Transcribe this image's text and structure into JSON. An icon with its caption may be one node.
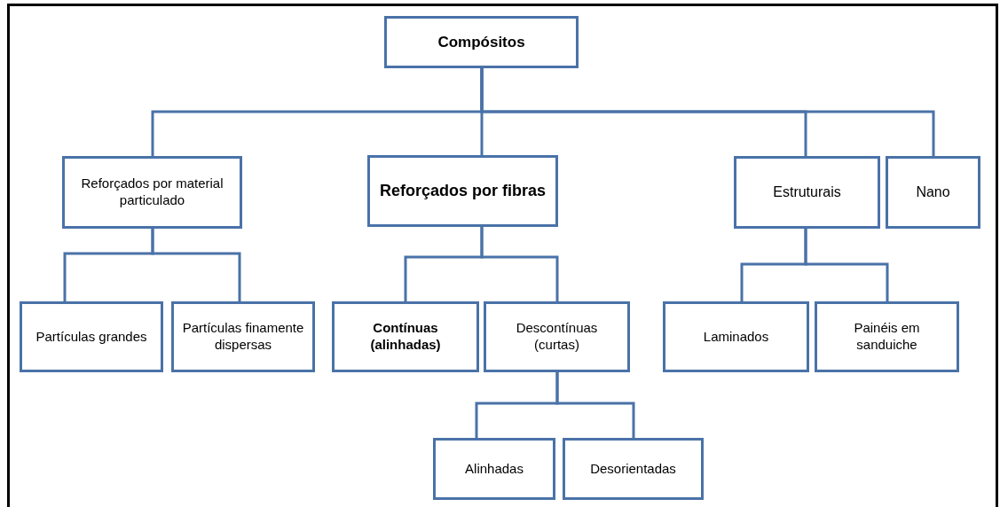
{
  "diagram": {
    "nodes": [
      {
        "text": [
          "Compósitos"
        ]
      },
      {
        "text": [
          "Reforçados por material particulado"
        ]
      },
      {
        "text": [
          "Reforçados por fibras"
        ]
      },
      {
        "text": [
          "Estruturais"
        ]
      },
      {
        "text": [
          "Nano"
        ]
      },
      {
        "text": [
          "Partículas grandes"
        ]
      },
      {
        "text": [
          "Partículas finamente dispersas"
        ]
      },
      {
        "text": [
          "Contínuas (alinhadas)"
        ]
      },
      {
        "text": [
          "Descontínuas (curtas)"
        ]
      },
      {
        "text": [
          "Laminados"
        ]
      },
      {
        "text": [
          "Painéis em sanduiche"
        ]
      },
      {
        "text": [
          "Alinhadas"
        ]
      },
      {
        "text": [
          "Desorientadas"
        ]
      }
    ],
    "edges": [
      {
        "from": 0,
        "to": 1,
        "arrow": "none"
      },
      {
        "from": 0,
        "to": 2,
        "arrow": "none"
      },
      {
        "from": 0,
        "to": 3,
        "arrow": "none"
      },
      {
        "from": 0,
        "to": 4,
        "arrow": "none"
      },
      {
        "from": 1,
        "to": 5,
        "arrow": "none"
      },
      {
        "from": 1,
        "to": 6,
        "arrow": "none"
      },
      {
        "from": 2,
        "to": 7,
        "arrow": "none"
      },
      {
        "from": 2,
        "to": 8,
        "arrow": "none"
      },
      {
        "from": 3,
        "to": 9,
        "arrow": "none"
      },
      {
        "from": 3,
        "to": 10,
        "arrow": "none"
      },
      {
        "from": 8,
        "to": 11,
        "arrow": "none"
      },
      {
        "from": 8,
        "to": 12,
        "arrow": "none"
      }
    ]
  }
}
